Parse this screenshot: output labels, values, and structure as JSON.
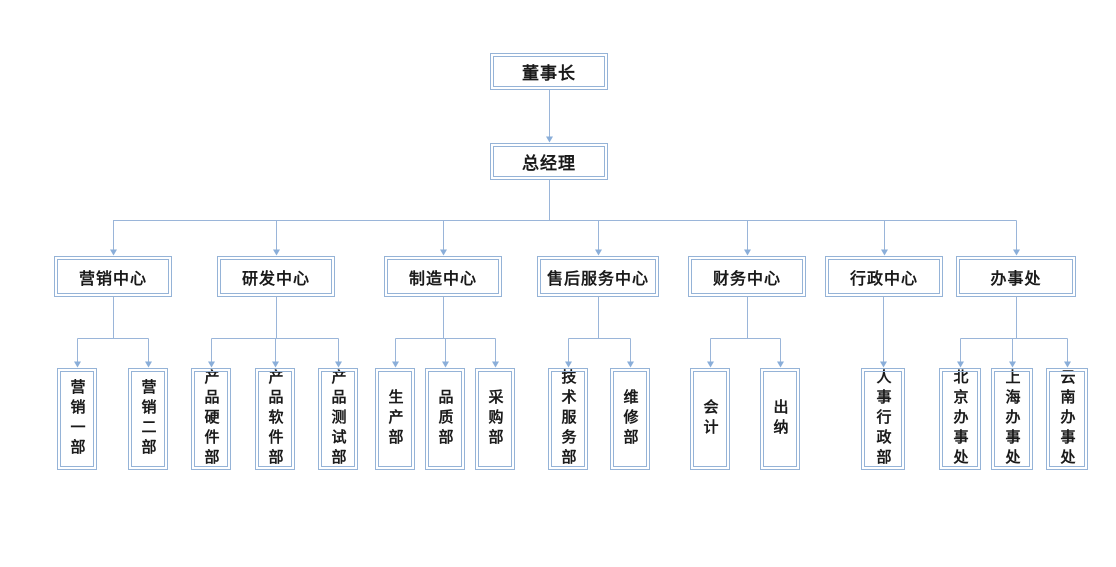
{
  "chart": {
    "type": "org-chart",
    "root": {
      "label": "董事长"
    },
    "level2": {
      "label": "总经理"
    },
    "centers": [
      {
        "label": "营销中心",
        "children": [
          "营销一部",
          "营销二部"
        ]
      },
      {
        "label": "研发中心",
        "children": [
          "产品硬件部",
          "产品软件部",
          "产品测试部"
        ]
      },
      {
        "label": "制造中心",
        "children": [
          "生产部",
          "品质部",
          "采购部"
        ]
      },
      {
        "label": "售后服务中心",
        "children": [
          "技术服务部",
          "维修部"
        ]
      },
      {
        "label": "财务中心",
        "children": [
          "会计",
          "出纳"
        ]
      },
      {
        "label": "行政中心",
        "children": [
          "人事行政部"
        ]
      },
      {
        "label": "办事处",
        "children": [
          "北京办事处",
          "上海办事处",
          "云南办事处"
        ]
      }
    ],
    "colors": {
      "border": "#95b3d7",
      "line": "#9ab5d9",
      "arrow": "#8aaed9",
      "text": "#1a1a1a",
      "background": "#ffffff"
    }
  }
}
